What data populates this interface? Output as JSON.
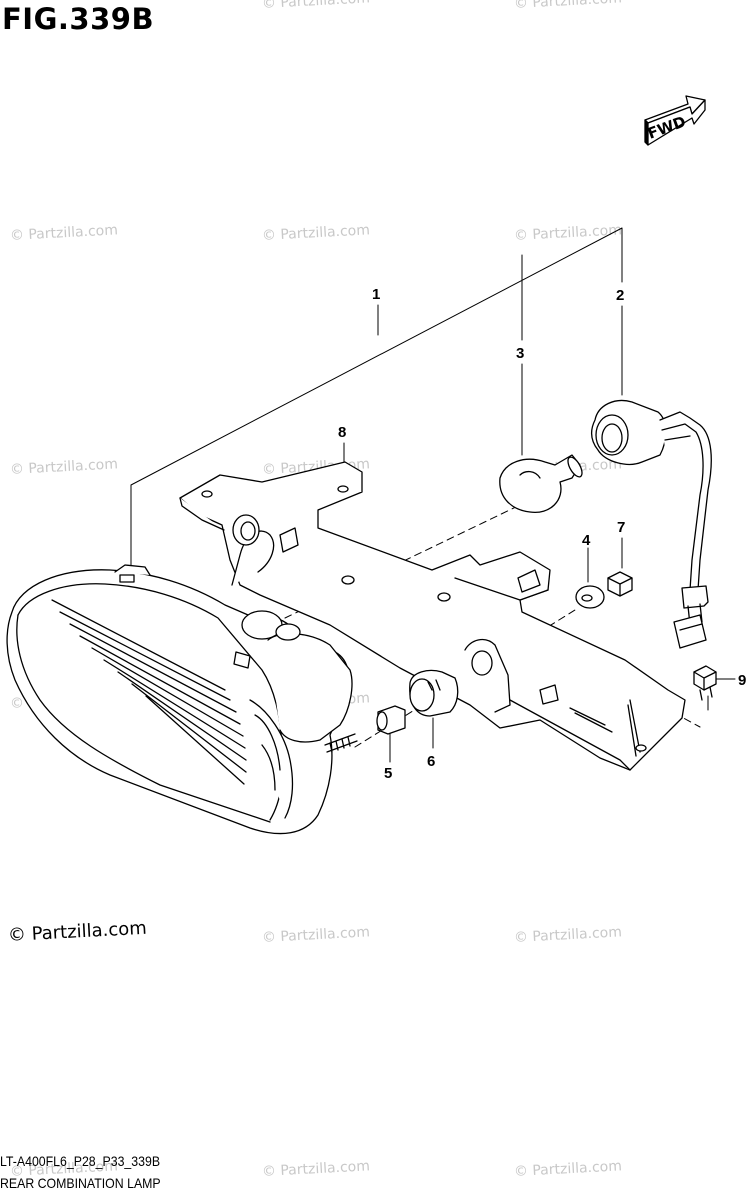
{
  "figure": {
    "title": "FIG.339B"
  },
  "direction_marker": {
    "label": "FWD"
  },
  "callouts": [
    {
      "id": "1",
      "label": "1"
    },
    {
      "id": "2",
      "label": "2"
    },
    {
      "id": "3",
      "label": "3"
    },
    {
      "id": "4",
      "label": "4"
    },
    {
      "id": "5",
      "label": "5"
    },
    {
      "id": "6",
      "label": "6"
    },
    {
      "id": "7",
      "label": "7"
    },
    {
      "id": "8",
      "label": "8"
    },
    {
      "id": "9",
      "label": "9"
    }
  ],
  "watermark": {
    "text": "© Partzilla.com"
  },
  "copyright": {
    "text": "© Partzilla.com"
  },
  "footer": {
    "code": "LT-A400FL6_P28_P33_339B",
    "name": "REAR COMBINATION LAMP"
  }
}
